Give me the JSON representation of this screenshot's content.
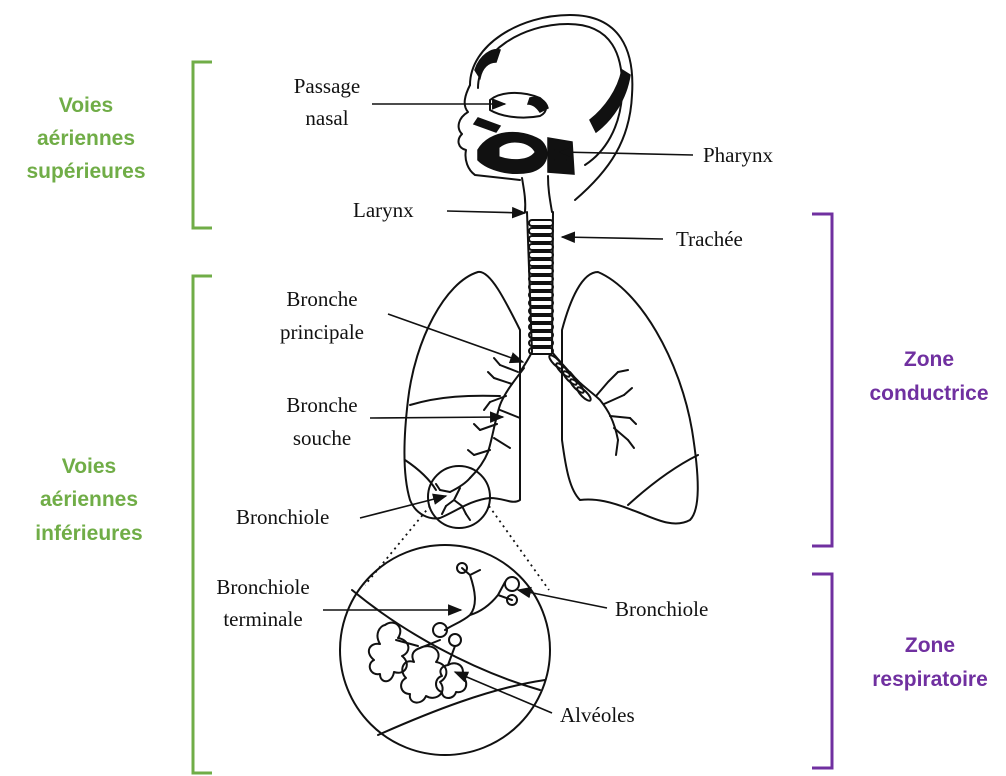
{
  "labels": {
    "passage_nasal": [
      "Passage",
      "nasal"
    ],
    "pharynx": "Pharynx",
    "larynx": "Larynx",
    "trachee": "Trachée",
    "bronche_principale": [
      "Bronche",
      "principale"
    ],
    "bronche_souche": [
      "Bronche",
      "souche"
    ],
    "bronchiole": "Bronchiole",
    "bronchiole_terminale": [
      "Bronchiole",
      "terminale"
    ],
    "bronchiole_zoom": "Bronchiole",
    "alveoles": "Alvéoles"
  },
  "groups": {
    "voies_superieures": [
      "Voies",
      "aériennes",
      "supérieures"
    ],
    "voies_inferieures": [
      "Voies",
      "aériennes",
      "inférieures"
    ],
    "zone_conductrice": [
      "Zone",
      "conductrice"
    ],
    "zone_respiratoire": [
      "Zone",
      "respiratoire"
    ]
  },
  "colors": {
    "voies": "#70ad47",
    "zone": "#7030a0",
    "ink": "#111111"
  }
}
